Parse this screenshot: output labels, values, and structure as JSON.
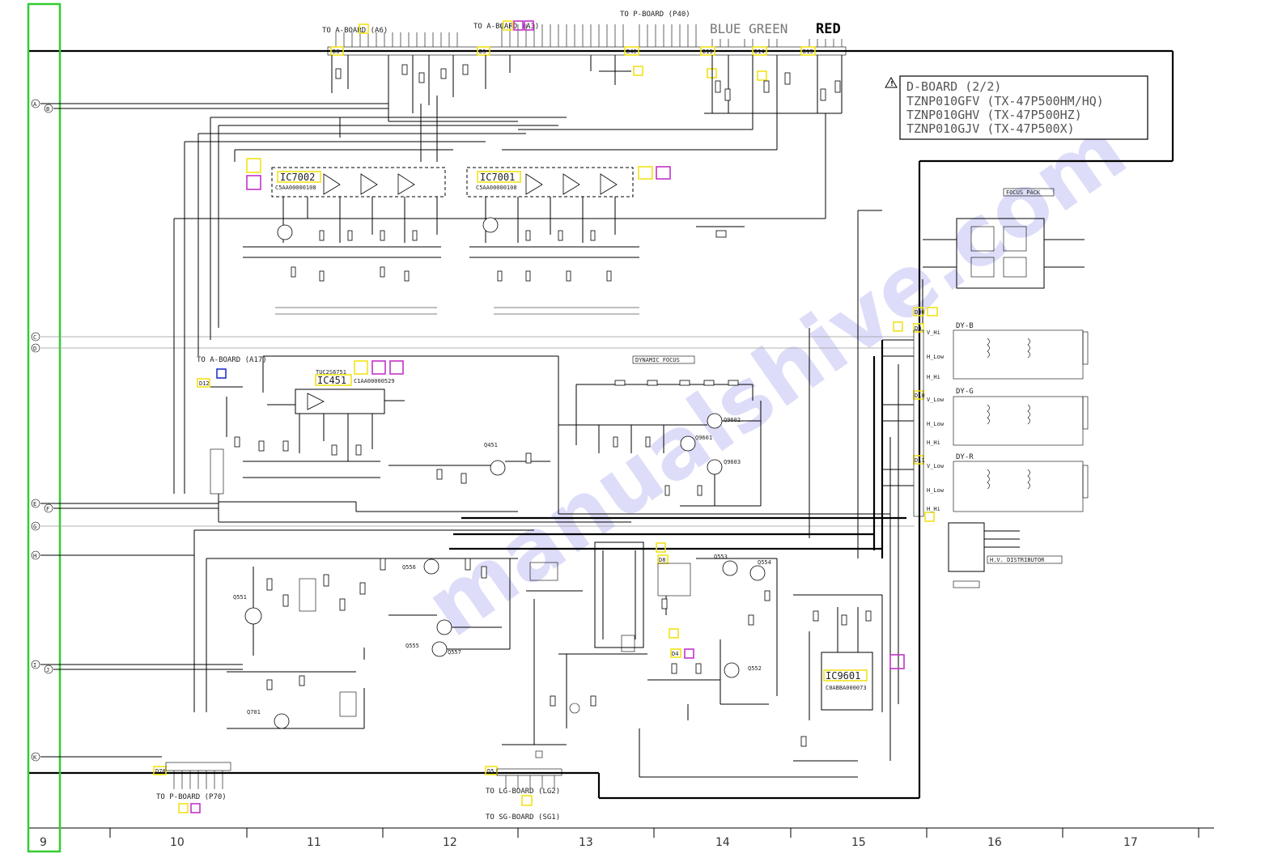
{
  "board": {
    "title": "D-BOARD (2/2)",
    "models": [
      "TZNP010GFV (TX-47P500HM/HQ)",
      "TZNP010GHV (TX-47P500HZ)",
      "TZNP010GJV (TX-47P500X)"
    ]
  },
  "header_labels": {
    "blue_green": "BLUE GREEN",
    "red": "RED"
  },
  "connectors": {
    "to_a_board_a6": "TO A-BOARD (A6)",
    "to_a_board_a3": "TO A-BOARD (A3)",
    "to_p_board_p40": "TO P-BOARD (P40)",
    "to_a_board_a17": "TO A-BOARD (A17)",
    "to_p_board_p70": "TO P-BOARD (P70)",
    "to_lg_board": "TO LG-BOARD (LG2)",
    "to_sg_board": "TO SG-BOARD (SG1)"
  },
  "connector_refs": [
    "D6",
    "D3",
    "D40",
    "D12",
    "D13",
    "D14",
    "D15",
    "D70",
    "D5",
    "D30",
    "D9",
    "D10",
    "D11",
    "D8",
    "D4"
  ],
  "ics": {
    "ic7002": "IC7002",
    "ic7002_part": "C5AA00000108",
    "ic7001": "IC7001",
    "ic7001_part": "C5AA00000108",
    "ic451": "IC451",
    "ic451_part": "C1AA00000529",
    "ic451_ref": "TUC2S6751",
    "ic9601": "IC9601",
    "ic9601_part": "C0ABBA000073"
  },
  "blocks": {
    "dynamic_focus": "DYNAMIC FOCUS",
    "focus_pack": "FOCUS PACK",
    "dy_b": "DY-B",
    "dy_g": "DY-G",
    "dy_r": "DY-R",
    "hv_distributor": "H.V. DISTRIBUTOR",
    "v_hi": "V_Hi",
    "h_low": "H_Low",
    "h_hi": "H_Hi",
    "v_low": "V_Low"
  },
  "transistors": [
    "Q551",
    "Q556",
    "Q555",
    "Q557",
    "Q553",
    "Q554",
    "Q552",
    "Q451",
    "Q9602",
    "Q9601",
    "Q9603",
    "Q701"
  ],
  "row_markers": [
    "A",
    "B",
    "C",
    "D",
    "E",
    "F",
    "G",
    "H",
    "I",
    "J",
    "K"
  ],
  "columns": [
    "9",
    "10",
    "11",
    "12",
    "13",
    "14",
    "15",
    "16",
    "17"
  ],
  "colors": {
    "highlight_yellow": "#f1e31a",
    "highlight_magenta": "#c233c8",
    "highlight_blue": "#2233cc",
    "column_frame_green": "#33cc33",
    "watermark": "#9f9ff0"
  },
  "watermark": "manualshive.com"
}
